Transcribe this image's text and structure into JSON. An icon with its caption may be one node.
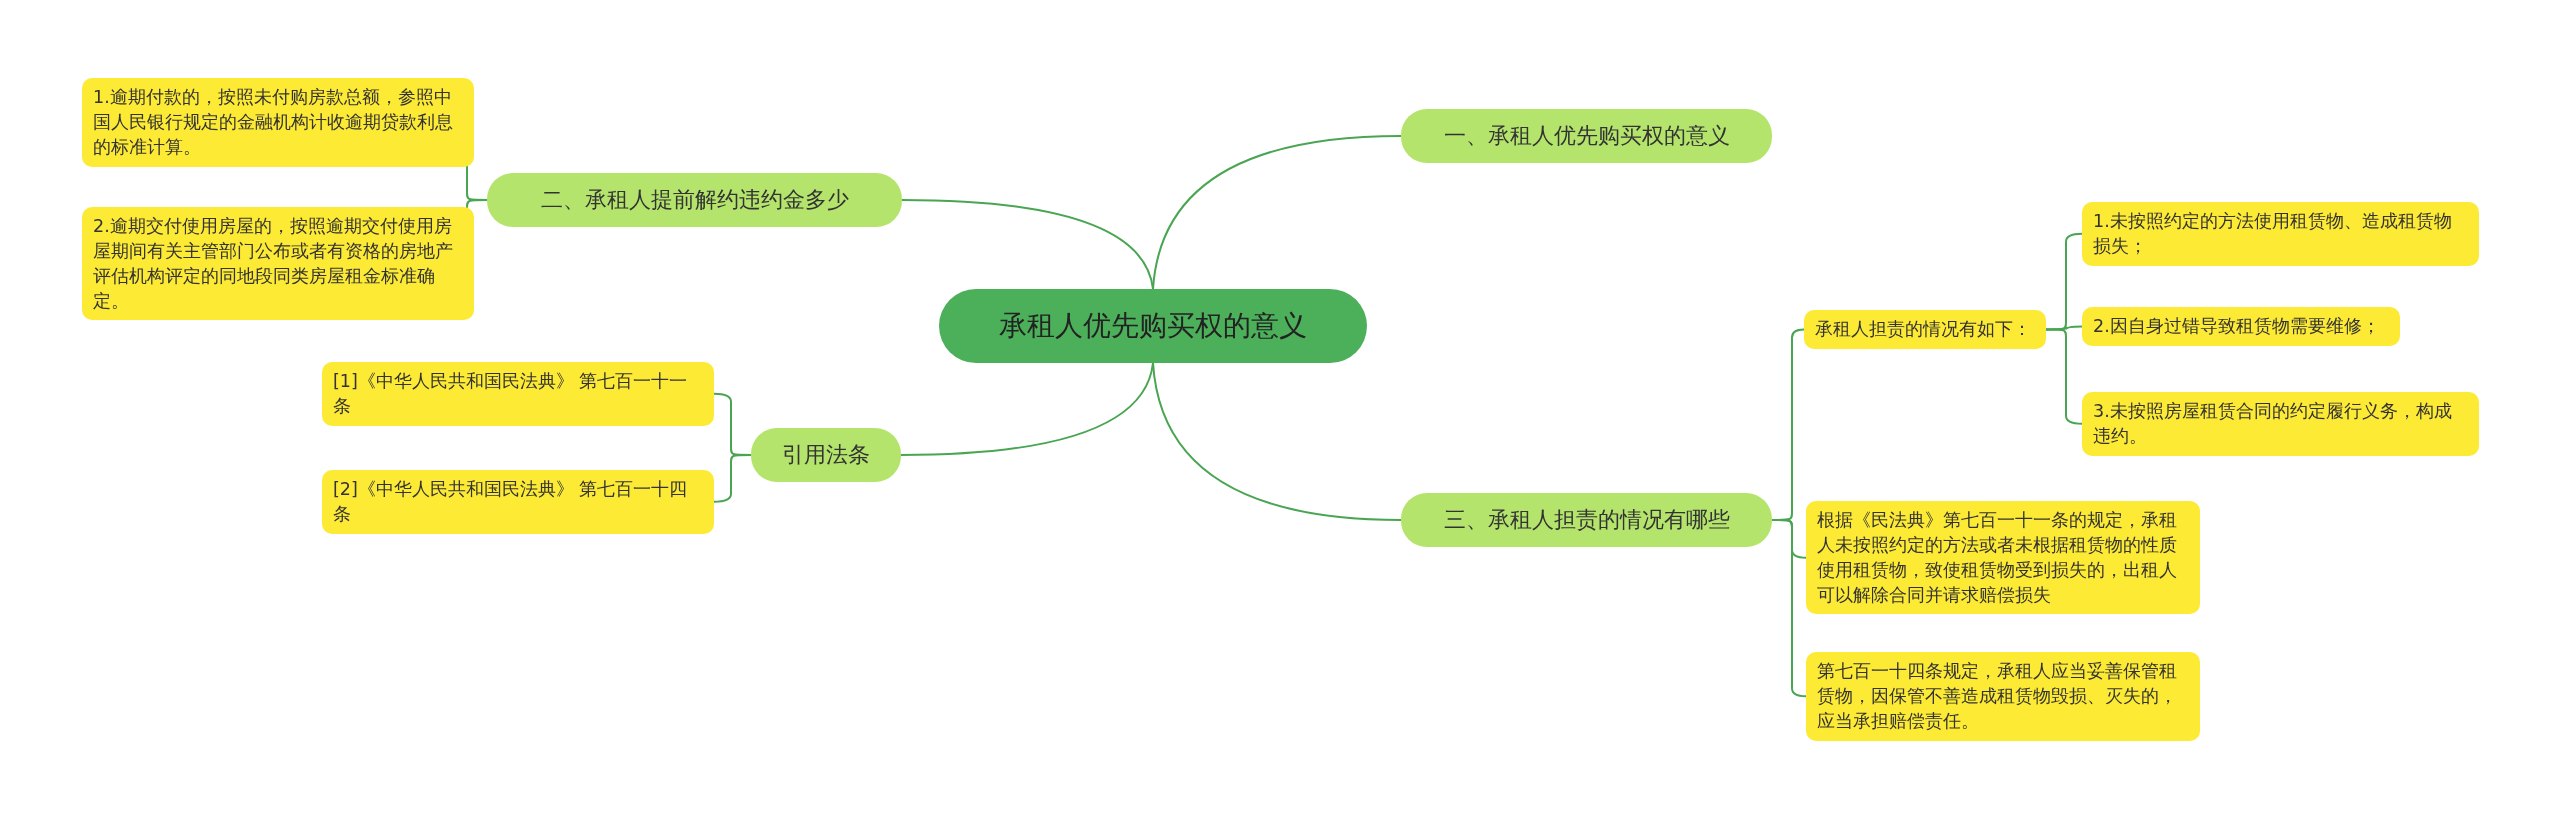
{
  "diagram": {
    "nodes": [
      {
        "text": [
          "承租人优先购买权的意义"
        ]
      },
      {
        "text": [
          "一、承租人优先购买权的意义"
        ]
      },
      {
        "text": [
          "二、承租人提前解约违约金多少"
        ]
      },
      {
        "text": [
          "1.逾期付款的，按照未付购房款总额，参照中国人民银行规定的金融机构计收逾期贷款利息的标准计算。"
        ]
      },
      {
        "text": [
          "2.逾期交付使用房屋的，按照逾期交付使用房屋期间有关主管部门公布或者有资格的房地产评估机构评定的同地段同类房屋租金标准确定。"
        ]
      },
      {
        "text": [
          "引用法条"
        ]
      },
      {
        "text": [
          "[1]《中华人民共和国民法典》 第七百一十一条"
        ]
      },
      {
        "text": [
          "[2]《中华人民共和国民法典》 第七百一十四条"
        ]
      },
      {
        "text": [
          "三、承租人担责的情况有哪些"
        ]
      },
      {
        "text": [
          "承租人担责的情况有如下："
        ]
      },
      {
        "text": [
          "1.未按照约定的方法使用租赁物、造成租赁物损失；"
        ]
      },
      {
        "text": [
          "2.因自身过错导致租赁物需要维修；"
        ]
      },
      {
        "text": [
          "3.未按照房屋租赁合同的约定履行义务，构成违约。"
        ]
      },
      {
        "text": [
          "根据《民法典》第七百一十一条的规定，承租人未按照约定的方法或者未根据租赁物的性质使用租赁物，致使租赁物受到损失的，出租人可以解除合同并请求赔偿损失"
        ]
      },
      {
        "text": [
          "第七百一十四条规定，承租人应当妥善保管租赁物，因保管不善造成租赁物毁损、灭失的，应当承担赔偿责任。"
        ]
      }
    ],
    "edges": [
      {
        "from": 0,
        "to": 1,
        "arrow": "none"
      },
      {
        "from": 0,
        "to": 2,
        "arrow": "none"
      },
      {
        "from": 2,
        "to": 3,
        "arrow": "none"
      },
      {
        "from": 2,
        "to": 4,
        "arrow": "none"
      },
      {
        "from": 0,
        "to": 5,
        "arrow": "none"
      },
      {
        "from": 5,
        "to": 6,
        "arrow": "none"
      },
      {
        "from": 5,
        "to": 7,
        "arrow": "none"
      },
      {
        "from": 0,
        "to": 8,
        "arrow": "none"
      },
      {
        "from": 8,
        "to": 9,
        "arrow": "none"
      },
      {
        "from": 9,
        "to": 10,
        "arrow": "none"
      },
      {
        "from": 9,
        "to": 11,
        "arrow": "none"
      },
      {
        "from": 9,
        "to": 12,
        "arrow": "none"
      },
      {
        "from": 8,
        "to": 13,
        "arrow": "none"
      },
      {
        "from": 8,
        "to": 14,
        "arrow": "none"
      }
    ]
  }
}
